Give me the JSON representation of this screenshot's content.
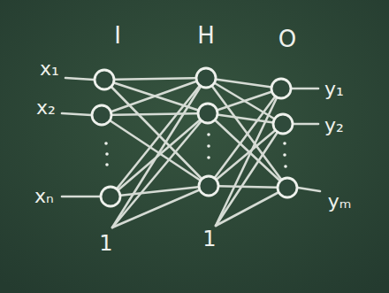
{
  "diagram": {
    "labels": [
      "I",
      "H",
      "O",
      "x₁",
      "x₂",
      "xₙ",
      "1",
      "1",
      "y₁",
      "y₂",
      "yₘ"
    ]
  }
}
